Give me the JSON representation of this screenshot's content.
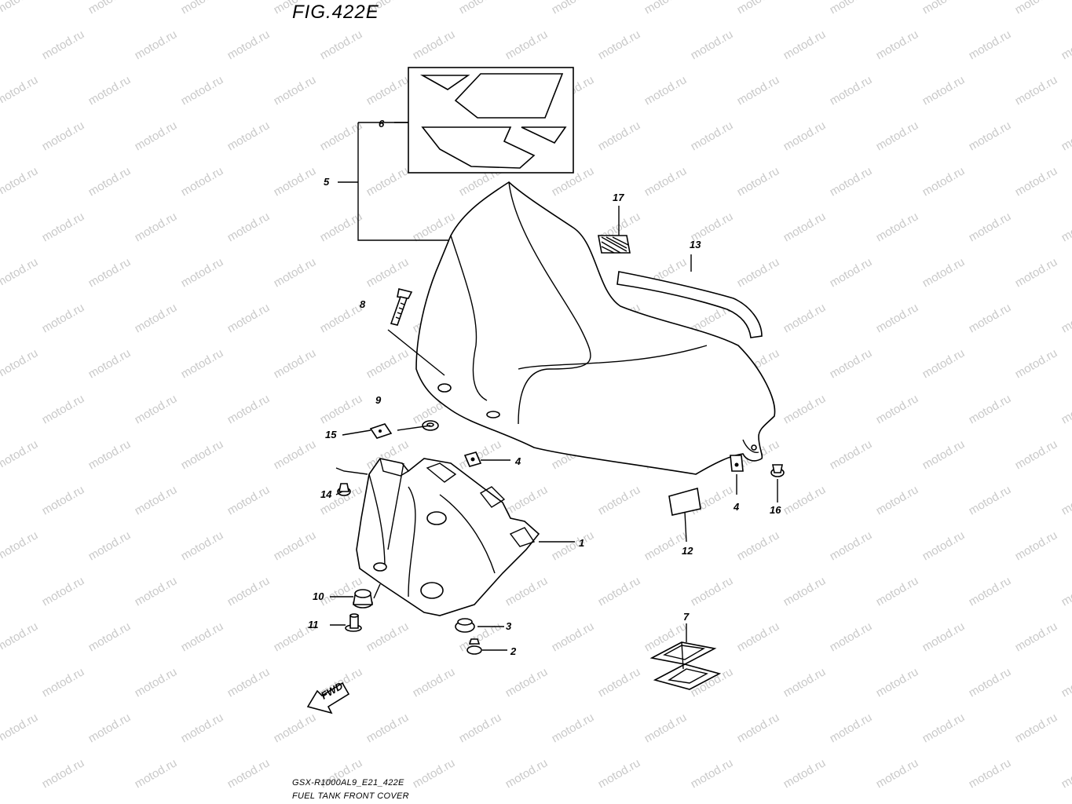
{
  "figure": {
    "title": "FIG.422E",
    "model_code": "GSX-R1000AL9_E21_422E",
    "name": "FUEL TANK FRONT COVER",
    "watermark": "motod.ru"
  },
  "callouts": {
    "c1": "1",
    "c2": "2",
    "c3": "3",
    "c4a": "4",
    "c4b": "4",
    "c5": "5",
    "c6": "6",
    "c7": "7",
    "c8": "8",
    "c9": "9",
    "c10": "10",
    "c11": "11",
    "c12": "12",
    "c13": "13",
    "c14": "14",
    "c15": "15",
    "c16": "16",
    "c17": "17"
  },
  "fwd_label": "FWD"
}
